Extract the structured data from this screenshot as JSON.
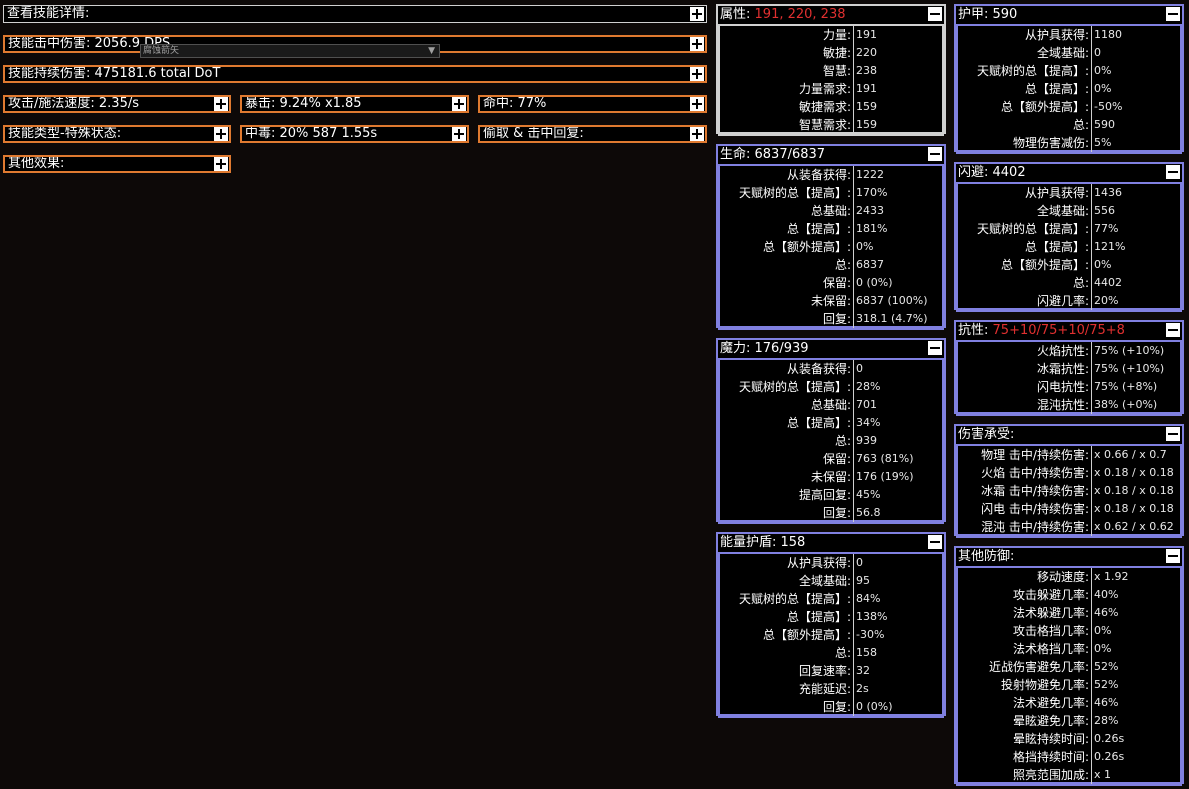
{
  "skill": {
    "header": "查看技能详情:",
    "hit_damage": "技能击中伤害: 2056.9 DPS",
    "dropdown_value": "腐蚀箭矢",
    "dot_damage": "技能持续伤害: 475181.6 total DoT",
    "speed": "攻击/施法速度: 2.35/s",
    "crit": "暴击: 9.24% x1.85",
    "hit": "命中: 77%",
    "type": "技能类型-特殊状态:",
    "poison": "中毒: 20% 587 1.55s",
    "leech": "偷取 & 击中回复:",
    "other": "其他效果:"
  },
  "attributes": {
    "title": "属性:",
    "title_value": "191, 220, 238",
    "rows": [
      {
        "label": "力量:",
        "value": "191"
      },
      {
        "label": "敏捷:",
        "value": "220"
      },
      {
        "label": "智慧:",
        "value": "238"
      },
      {
        "label": "力量需求:",
        "value": "191"
      },
      {
        "label": "敏捷需求:",
        "value": "159"
      },
      {
        "label": "智慧需求:",
        "value": "159"
      }
    ]
  },
  "life": {
    "title": "生命: 6837/6837",
    "rows": [
      {
        "label": "从装备获得:",
        "value": "1222"
      },
      {
        "label": "天赋树的总【提高】:",
        "value": "170%"
      },
      {
        "label": "总基础:",
        "value": "2433"
      },
      {
        "label": "总【提高】:",
        "value": "181%"
      },
      {
        "label": "总【额外提高】:",
        "value": "0%"
      },
      {
        "label": "总:",
        "value": "6837"
      },
      {
        "label": "保留:",
        "value": "0 (0%)"
      },
      {
        "label": "未保留:",
        "value": "6837 (100%)"
      },
      {
        "label": "回复:",
        "value": "318.1 (4.7%)"
      }
    ]
  },
  "mana": {
    "title": "魔力: 176/939",
    "rows": [
      {
        "label": "从装备获得:",
        "value": "0"
      },
      {
        "label": "天赋树的总【提高】:",
        "value": "28%"
      },
      {
        "label": "总基础:",
        "value": "701"
      },
      {
        "label": "总【提高】:",
        "value": "34%"
      },
      {
        "label": "总:",
        "value": "939"
      },
      {
        "label": "保留:",
        "value": "763 (81%)"
      },
      {
        "label": "未保留:",
        "value": "176 (19%)"
      },
      {
        "label": "提高回复:",
        "value": "45%"
      },
      {
        "label": "回复:",
        "value": "56.8"
      }
    ]
  },
  "es": {
    "title": "能量护盾: 158",
    "rows": [
      {
        "label": "从护具获得:",
        "value": "0"
      },
      {
        "label": "全域基础:",
        "value": "95"
      },
      {
        "label": "天赋树的总【提高】:",
        "value": "84%"
      },
      {
        "label": "总【提高】:",
        "value": "138%"
      },
      {
        "label": "总【额外提高】:",
        "value": "-30%"
      },
      {
        "label": "总:",
        "value": "158"
      },
      {
        "label": "回复速率:",
        "value": "32"
      },
      {
        "label": "充能延迟:",
        "value": "2s"
      },
      {
        "label": "回复:",
        "value": "0 (0%)"
      }
    ]
  },
  "armour": {
    "title": "护甲: 590",
    "rows": [
      {
        "label": "从护具获得:",
        "value": "1180"
      },
      {
        "label": "全域基础:",
        "value": "0"
      },
      {
        "label": "天赋树的总【提高】:",
        "value": "0%"
      },
      {
        "label": "总【提高】:",
        "value": "0%"
      },
      {
        "label": "总【额外提高】:",
        "value": "-50%"
      },
      {
        "label": "总:",
        "value": "590"
      },
      {
        "label": "物理伤害减伤:",
        "value": "5%"
      }
    ]
  },
  "evasion": {
    "title": "闪避: 4402",
    "rows": [
      {
        "label": "从护具获得:",
        "value": "1436"
      },
      {
        "label": "全域基础:",
        "value": "556"
      },
      {
        "label": "天赋树的总【提高】:",
        "value": "77%"
      },
      {
        "label": "总【提高】:",
        "value": "121%"
      },
      {
        "label": "总【额外提高】:",
        "value": "0%"
      },
      {
        "label": "总:",
        "value": "4402"
      },
      {
        "label": "闪避几率:",
        "value": "20%"
      }
    ]
  },
  "resist": {
    "title": "抗性:",
    "title_value": "75+10/75+10/75+8",
    "rows": [
      {
        "label": "火焰抗性:",
        "value": "75% (+10%)"
      },
      {
        "label": "冰霜抗性:",
        "value": "75% (+10%)"
      },
      {
        "label": "闪电抗性:",
        "value": "75% (+8%)"
      },
      {
        "label": "混沌抗性:",
        "value": "38% (+0%)"
      }
    ]
  },
  "taken": {
    "title": "伤害承受:",
    "rows": [
      {
        "label": "物理 击中/持续伤害:",
        "value": "x 0.66 / x 0.7"
      },
      {
        "label": "火焰 击中/持续伤害:",
        "value": "x 0.18 / x 0.18"
      },
      {
        "label": "冰霜 击中/持续伤害:",
        "value": "x 0.18 / x 0.18"
      },
      {
        "label": "闪电 击中/持续伤害:",
        "value": "x 0.18 / x 0.18"
      },
      {
        "label": "混沌 击中/持续伤害:",
        "value": "x 0.62 / x 0.62"
      }
    ]
  },
  "otherdef": {
    "title": "其他防御:",
    "rows": [
      {
        "label": "移动速度:",
        "value": "x 1.92"
      },
      {
        "label": "攻击躲避几率:",
        "value": "40%"
      },
      {
        "label": "法术躲避几率:",
        "value": "46%"
      },
      {
        "label": "攻击格挡几率:",
        "value": "0%"
      },
      {
        "label": "法术格挡几率:",
        "value": "0%"
      },
      {
        "label": "近战伤害避免几率:",
        "value": "52%"
      },
      {
        "label": "投射物避免几率:",
        "value": "52%"
      },
      {
        "label": "法术避免几率:",
        "value": "46%"
      },
      {
        "label": "晕眩避免几率:",
        "value": "28%"
      },
      {
        "label": "晕眩持续时间:",
        "value": "0.26s"
      },
      {
        "label": "格挡持续时间:",
        "value": "0.26s"
      },
      {
        "label": "照亮范围加成:",
        "value": "x 1"
      }
    ]
  }
}
